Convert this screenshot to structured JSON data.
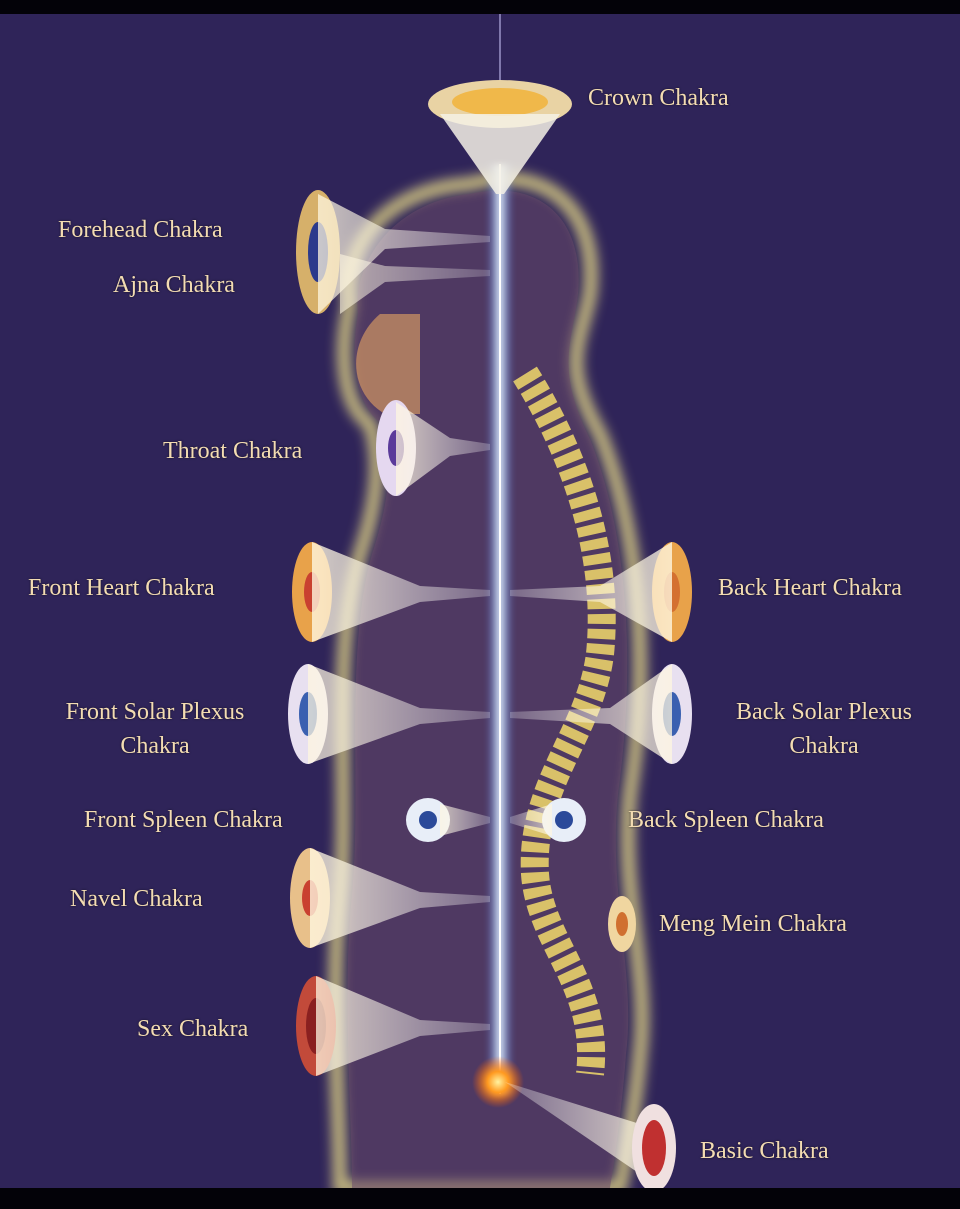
{
  "title": "Chakra Diagram",
  "colors": {
    "background": "#2f2459",
    "label_text": "#f3dcb2",
    "aura": "#f5e98a",
    "body": "#c98a3e",
    "energy_channel": "#bfe3ff"
  },
  "labels": {
    "crown": "Crown Chakra",
    "forehead": "Forehead Chakra",
    "ajna": "Ajna Chakra",
    "throat": "Throat Chakra",
    "front_heart": "Front Heart Chakra",
    "back_heart": "Back Heart Chakra",
    "front_solar_1": "Front Solar Plexus",
    "front_solar_2": "Chakra",
    "back_solar_1": "Back Solar Plexus",
    "back_solar_2": "Chakra",
    "front_spleen": "Front Spleen Chakra",
    "back_spleen": "Back Spleen Chakra",
    "navel": "Navel Chakra",
    "meng_mein": "Meng Mein Chakra",
    "sex": "Sex Chakra",
    "basic": "Basic Chakra"
  }
}
